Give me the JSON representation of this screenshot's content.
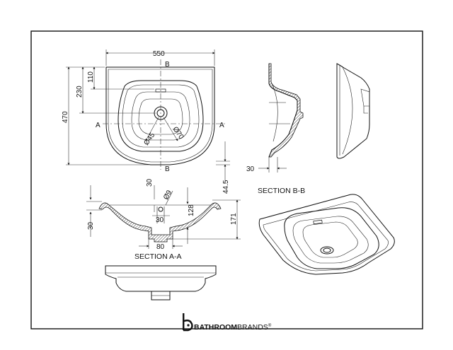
{
  "dimensions": {
    "width": "550",
    "depth": "470",
    "top_offset": "110",
    "tap_offset": "230",
    "waste_dia": "Ø45",
    "bowl_dia": "Ø70",
    "lip": "44.5",
    "sec_a_30_top": "30",
    "overflow_dia": "Ø9",
    "sec_a_30_side": "30",
    "sec_a_30_under": "30",
    "bowl_depth": "128",
    "total_height": "171",
    "waste_width": "80",
    "sec_b_30": "30"
  },
  "markers": {
    "a_left": "A",
    "a_right": "A",
    "b_top": "B",
    "b_bottom": "B"
  },
  "captions": {
    "section_a": "SECTION A-A",
    "section_b": "SECTION B-B"
  },
  "brand": {
    "name_bold": "BATHROOM",
    "name_light": "BRANDS",
    "trademark": "®"
  }
}
